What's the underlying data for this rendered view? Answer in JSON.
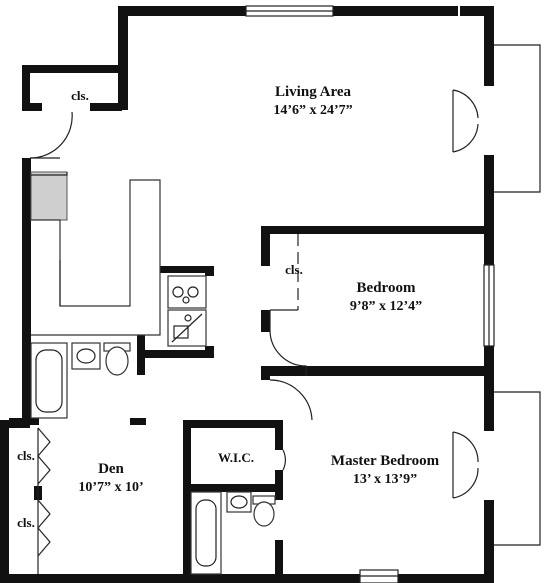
{
  "rooms": {
    "living": {
      "name": "Living Area",
      "dims": "14’6” x 24’7”"
    },
    "bedroom": {
      "name": "Bedroom",
      "dims": "9’8” x 12’4”"
    },
    "master": {
      "name": "Master Bedroom",
      "dims": "13’ x 13’9”"
    },
    "den": {
      "name": "Den",
      "dims": "10’7” x 10’"
    }
  },
  "closets": {
    "entry": "cls.",
    "bedroom": "cls.",
    "den_upper": "cls.",
    "den_lower": "cls.",
    "walk_in": "W.I.C."
  }
}
